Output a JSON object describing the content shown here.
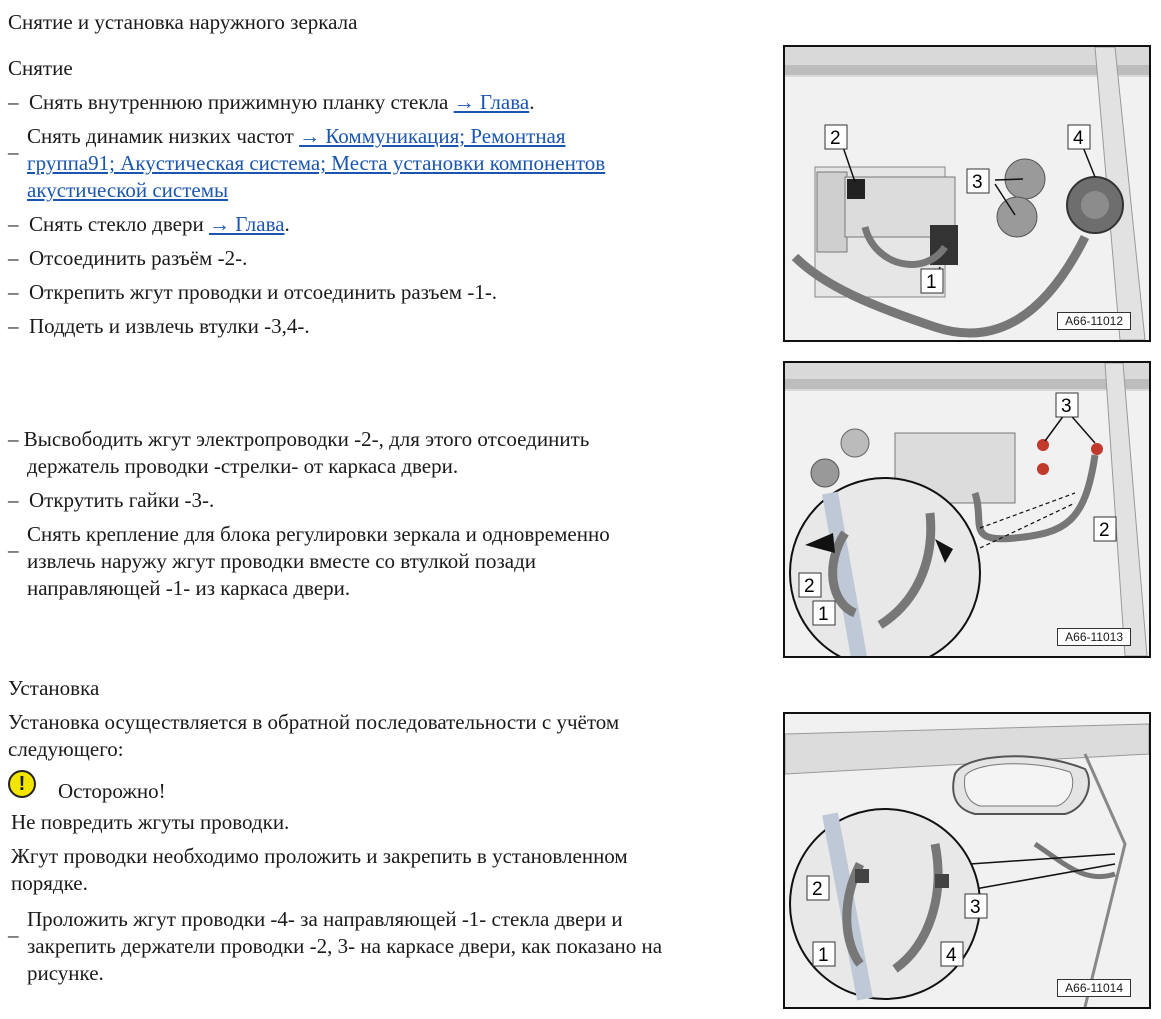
{
  "title": "Снятие и установка наружного зеркала",
  "removal": {
    "heading": "Снятие",
    "steps": [
      {
        "dash": "–",
        "pre": "Снять внутреннюю прижимную планку стекла ",
        "link": "→ Глава",
        "post": "."
      },
      {
        "dash": "_",
        "pre": "Снять динамик низких частот ",
        "link1": "→ Коммуникация; Ремонтная",
        "link2": "группа91; Акустическая система; Места установки компонентов",
        "link3": "акустической системы"
      },
      {
        "dash": "–",
        "pre": "Снять стекло двери ",
        "link": "→ Глава",
        "post": "."
      },
      {
        "dash": "–",
        "text": "Отсоединить разъём -2-."
      },
      {
        "dash": "–",
        "text": "Открепить жгут проводки и отсоединить разъем -1-."
      },
      {
        "dash": "–",
        "text": "Поддеть и извлечь втулки -3,4-."
      }
    ],
    "steps2": [
      {
        "dash": "–",
        "line1": "Высвободить жгут электропроводки -2-, для этого отсоединить",
        "line2": "держатель проводки -стрелки- от каркаса двери."
      },
      {
        "dash": "–",
        "text": "Открутить гайки -3-."
      },
      {
        "dash": "_",
        "line1": "Снять крепление для блока регулировки зеркала и одновременно",
        "line2": "извлечь наружу жгут проводки вместе со втулкой позади",
        "line3": "направляющей -1- из каркаса двери."
      }
    ]
  },
  "installation": {
    "heading": "Установка",
    "intro1": "Установка осуществляется в обратной последовательности с учётом",
    "intro2": "следующего:",
    "caution_icon": "!",
    "caution": "Осторожно!",
    "note1": "Не повредить жгуты проводки.",
    "note2a": "Жгут проводки необходимо проложить и закрепить в установленном",
    "note2b": "порядке.",
    "step": {
      "dash": "_",
      "line1": "Проложить жгут проводки -4- за направляющей -1- стекла двери и",
      "line2": "закрепить держатели проводки -2, 3- на каркасе двери, как показано на",
      "line3": "рисунке."
    }
  },
  "figures": [
    {
      "label": "A66-11012",
      "callouts": [
        "2",
        "3",
        "4",
        "1"
      ]
    },
    {
      "label": "A66-11013",
      "callouts": [
        "3",
        "2",
        "2",
        "1"
      ]
    },
    {
      "label": "A66-11014",
      "callouts": [
        "2",
        "3",
        "1",
        "4"
      ]
    }
  ],
  "colors": {
    "link": "#1a56b0",
    "caution": "#f2e600"
  }
}
